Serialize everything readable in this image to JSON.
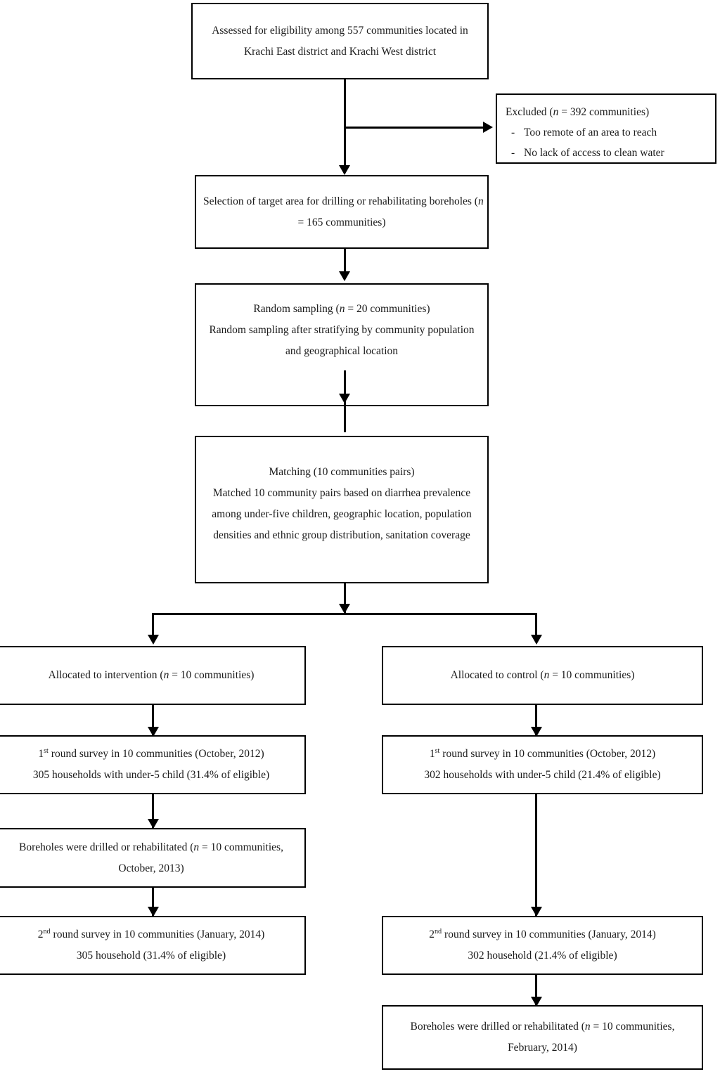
{
  "figure": {
    "type": "flowchart",
    "title": "Study participant flow diagram",
    "orientation": "top-down",
    "line_color": "#000000",
    "background_color": "#ffffff"
  },
  "boxes": {
    "assessed": {
      "line1_a": "Assessed for eligibility among 557 communities located in",
      "line2_a": "Krachi East district and Krachi West district"
    },
    "excluded": {
      "line1_a": "Excluded (",
      "line1_n": "n",
      "line1_b": " = 392 communities)",
      "dash": "-",
      "bullet1": "Too remote of an area to reach",
      "bullet2": "No lack of access to clean water"
    },
    "selection": {
      "line1_a": "Selection of target area for drilling or rehabilitating boreholes (",
      "line1_n": "n",
      "line2_a": "= 165 communities)"
    },
    "random_sampling": {
      "line1_a": "Random sampling (",
      "line1_n": "n",
      "line1_b": " = 20 communities)",
      "line2_a": "Random sampling after stratifying by community population",
      "line3_a": "and geographical location"
    },
    "matching": {
      "line1_a": "Matching (10 communities pairs)",
      "line2_a": "Matched 10 community pairs based on diarrhea prevalence",
      "line3_a": "among under-five children, geographic location, population",
      "line4_a": "densities and ethnic group distribution, sanitation coverage"
    },
    "alloc_intervention": {
      "line1_a": "Allocated to intervention (",
      "line1_n": "n",
      "line1_b": " = 10 communities)"
    },
    "alloc_control": {
      "line1_a": "Allocated to control (",
      "line1_n": "n",
      "line1_b": " = 10 communities)"
    },
    "round1_intervention": {
      "line1_num": "1",
      "line1_sup": "st",
      "line1_a": " round survey in 10 communities (October, 2012)",
      "line2_a": "305 households with under-5 child (31.4% of eligible)"
    },
    "round1_control": {
      "line1_num": "1",
      "line1_sup": "st",
      "line1_a": " round survey in 10 communities (October, 2012)",
      "line2_a": "302 households with under-5 child (21.4% of eligible)"
    },
    "boreholes_intervention": {
      "line1_a": "Boreholes were drilled or rehabilitated (",
      "line1_n": "n",
      "line1_b": " = 10 communities,",
      "line2_a": "October, 2013)"
    },
    "round2_intervention": {
      "line1_num": "2",
      "line1_sup": "nd",
      "line1_a": " round survey in 10 communities (January, 2014)",
      "line2_a": "305 household (31.4% of eligible)"
    },
    "round2_control": {
      "line1_num": "2",
      "line1_sup": "nd",
      "line1_a": " round survey in 10 communities (January, 2014)",
      "line2_a": "302 household (21.4% of eligible)"
    },
    "boreholes_control": {
      "line1_a": "Boreholes were drilled or rehabilitated (",
      "line1_n": "n",
      "line1_b": " = 10 communities,",
      "line2_a": "February, 2014)"
    }
  }
}
